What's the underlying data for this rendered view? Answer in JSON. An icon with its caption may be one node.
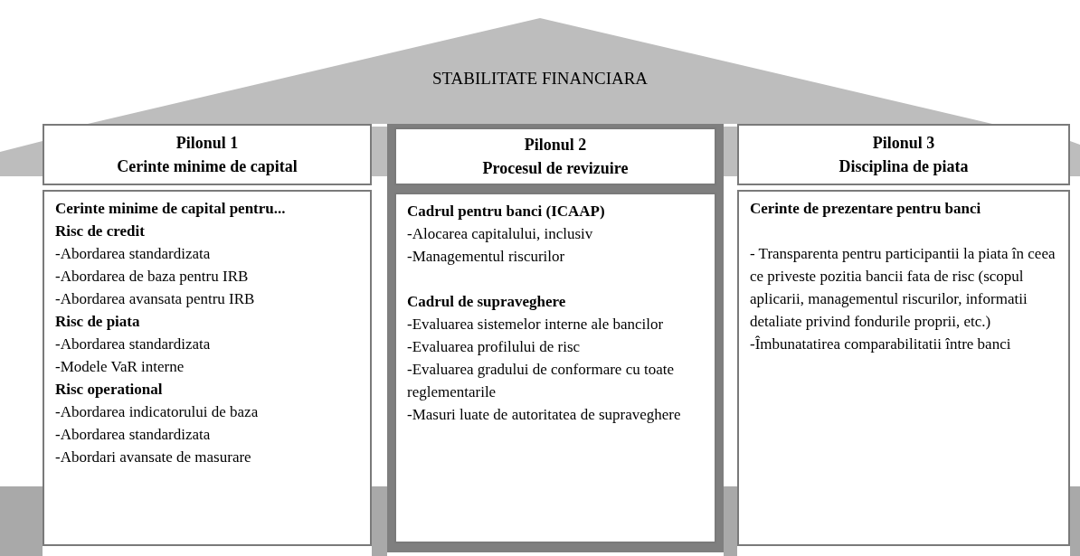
{
  "diagram": {
    "nodes": [
      {
        "text": [
          "STABILITATE FINANCIARA"
        ]
      },
      {
        "text": [
          "Pilonul 1",
          "Cerinte minime de capital"
        ]
      },
      {
        "text": [
          "Cerinte minime de capital pentru...",
          "Risc de credit",
          "-Abordarea standardizata",
          "-Abordarea de baza pentru IRB",
          "-Abordarea avansata pentru IRB",
          "Risc de piata",
          "-Abordarea standardizata",
          "-Modele VaR interne",
          "Risc operational",
          "-Abordarea indicatorului de baza",
          "-Abordarea standardizata",
          "-Abordari avansate de masurare"
        ]
      },
      {
        "text": [
          "Pilonul 2",
          "Procesul de revizuire"
        ]
      },
      {
        "text": [
          "Cadrul pentru banci (ICAAP)",
          "-Alocarea capitalului, inclusiv",
          "-Managementul riscurilor",
          "Cadrul de supraveghere",
          "-Evaluarea sistemelor interne ale bancilor",
          "-Evaluarea profilului de risc",
          "-Evaluarea gradului de conformare cu toate reglementarile",
          "-Masuri luate de autoritatea de supraveghere"
        ]
      },
      {
        "text": [
          "Pilonul 3",
          "Disciplina de piata"
        ]
      },
      {
        "text": [
          "Cerinte de prezentare pentru banci",
          "- Transparenta pentru participantii la piata în ceea ce priveste pozitia bancii fata de risc (scopul aplicarii, managementul riscurilor, informatii detaliate privind fondurile proprii, etc.)",
          "-Îmbunatatirea comparabilitatii între banci"
        ]
      }
    ]
  }
}
